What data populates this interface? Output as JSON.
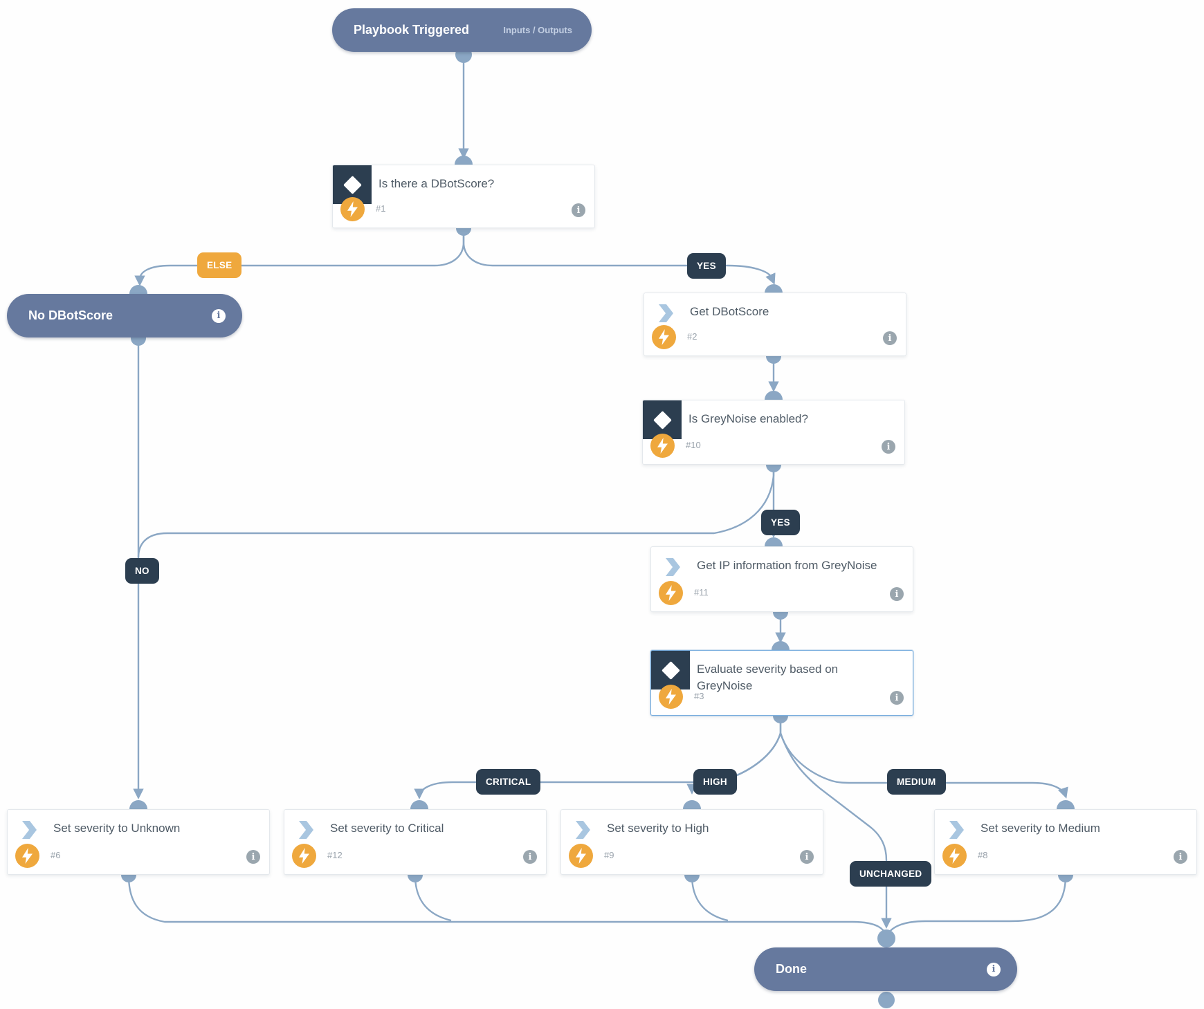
{
  "nodes": {
    "playbook_triggered": {
      "title": "Playbook Triggered",
      "io_label": "Inputs / Outputs"
    },
    "is_there_dbotscore": {
      "title": "Is there a DBotScore?",
      "id": "#1"
    },
    "no_dbotscore": {
      "title": "No DBotScore"
    },
    "get_dbotscore": {
      "title": "Get DBotScore",
      "id": "#2"
    },
    "is_greynoise_enabled": {
      "title": "Is GreyNoise enabled?",
      "id": "#10"
    },
    "get_ip_information": {
      "title": "Get IP information from GreyNoise",
      "id": "#11"
    },
    "evaluate_severity": {
      "title": "Evaluate severity based on GreyNoise",
      "id": "#3"
    },
    "set_severity_unknown": {
      "title": "Set severity to Unknown",
      "id": "#6"
    },
    "set_severity_critical": {
      "title": "Set severity to Critical",
      "id": "#12"
    },
    "set_severity_high": {
      "title": "Set severity to High",
      "id": "#9"
    },
    "set_severity_medium": {
      "title": "Set severity to Medium",
      "id": "#8"
    },
    "done": {
      "title": "Done"
    }
  },
  "edge_labels": {
    "else": "ELSE",
    "yes_dbotscore": "YES",
    "yes_greynoise": "YES",
    "no": "NO",
    "critical": "CRITICAL",
    "high": "HIGH",
    "medium": "MEDIUM",
    "unchanged": "UNCHANGED"
  },
  "colors": {
    "edge": "#8BA7C4",
    "pill": "#66799E",
    "navy": "#2C3E50",
    "orange": "#EFA83D",
    "boxborder": "#E4E8EC",
    "selected": "#7AAEDE",
    "title": "#4F5B66",
    "idnum": "#9AA3AC",
    "info": "#9AA6AE",
    "chevron": "#A9C6E0"
  }
}
